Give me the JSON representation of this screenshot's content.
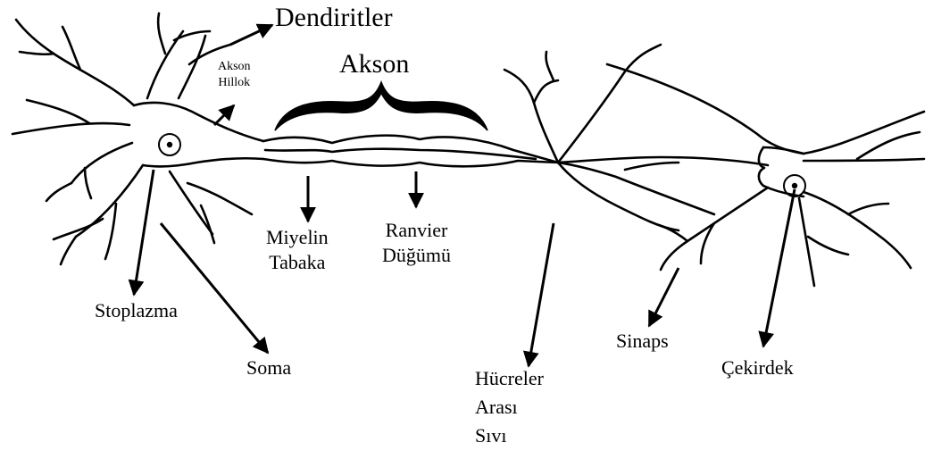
{
  "labels": {
    "dendiritler": "Dendiritler",
    "akson_hillok": [
      "Akson",
      "Hillok"
    ],
    "akson": "Akson",
    "miyelin_tabaka": [
      "Miyelin",
      "Tabaka"
    ],
    "ranvier_dugumu": [
      "Ranvier",
      "Düğümü"
    ],
    "stoplazma": "Stoplazma",
    "soma": "Soma",
    "hucreler_arasi_sivi": [
      "Hücreler",
      "Arası",
      "Sıvı"
    ],
    "sinaps": "Sinaps",
    "cekirdek": "Çekirdek"
  },
  "colors": {
    "ink": "#000000",
    "background": "#ffffff"
  }
}
